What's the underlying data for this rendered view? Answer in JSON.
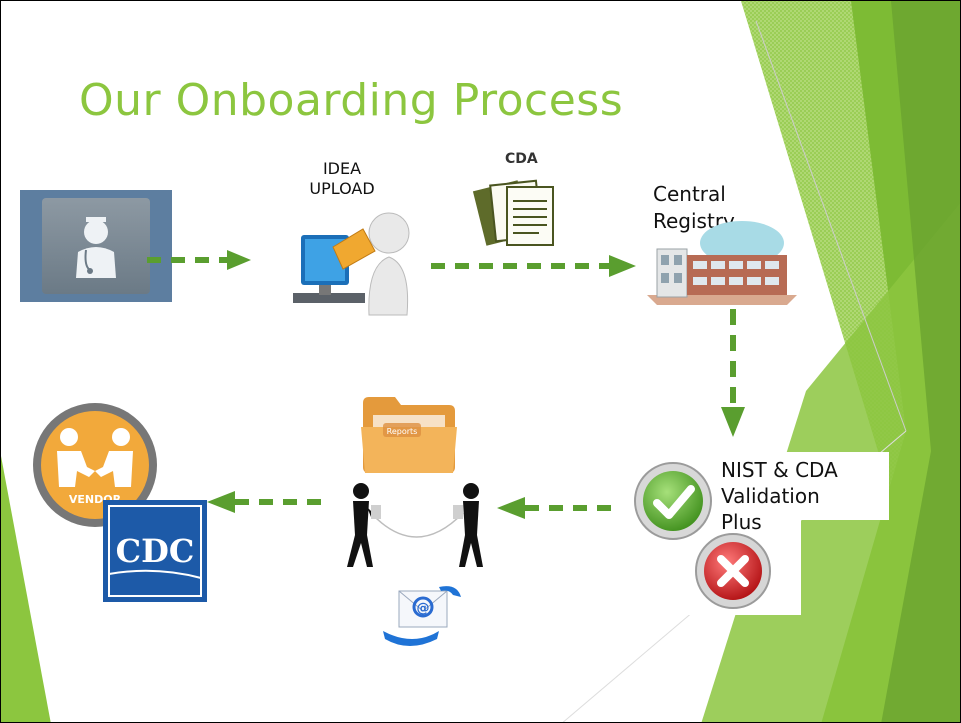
{
  "slide": {
    "title": "Our Onboarding Process"
  },
  "labels": {
    "idea_line1": "IDEA",
    "idea_line2": "UPLOAD",
    "cda": "CDA",
    "central_line1": "Central",
    "central_line2": "Registry",
    "nist_line1": "NIST & CDA",
    "nist_line2": "Validation",
    "nist_line3": "Plus",
    "vendor_badge": "VENDOR",
    "cdc_logo": "CDC",
    "reports_tab": "Reports"
  },
  "icons": {
    "provider": "doctor-icon",
    "upload": "computer-upload-icon",
    "documents": "documents-icon",
    "registry": "building-icon",
    "valid": "checkmark-icon",
    "invalid": "x-mark-icon",
    "folder": "folder-icon",
    "phone": "tin-can-phone-icon",
    "email": "email-icon",
    "vendor": "handshake-icon",
    "cdc": "cdc-logo"
  },
  "colors": {
    "accent_green": "#8cc63f",
    "arrow_green": "#5a9e2f",
    "dark_green": "#6aa42f"
  }
}
